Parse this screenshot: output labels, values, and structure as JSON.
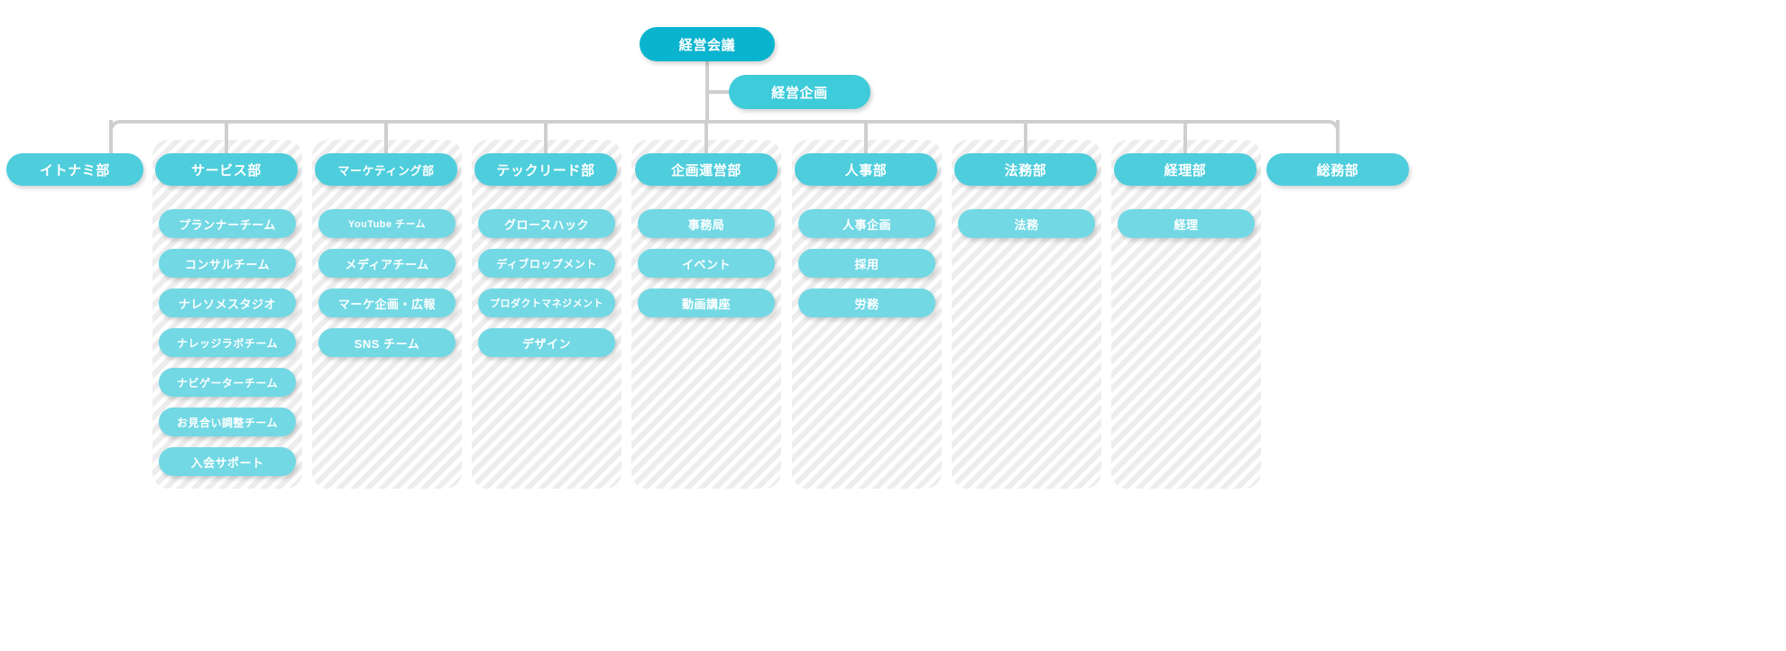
{
  "meta": {
    "title": "組織図",
    "colors": {
      "root": "#0bb4ce",
      "sub": "#3ecbda",
      "dept": "#4ecddc",
      "team": "#72d8e4",
      "line": "#cfcfcf",
      "panel": "#f0f0f0",
      "text": "#ffffff"
    }
  },
  "root": {
    "label": "経営会議"
  },
  "staff": {
    "label": "経営企画"
  },
  "departments": [
    {
      "id": "itonami",
      "label": "イトナミ部",
      "has_panel": false,
      "teams": []
    },
    {
      "id": "service",
      "label": "サービス部",
      "has_panel": true,
      "teams": [
        {
          "label": "プランナーチーム"
        },
        {
          "label": "コンサルチーム"
        },
        {
          "label": "ナレソメスタジオ"
        },
        {
          "label": "ナレッジラボチーム"
        },
        {
          "label": "ナビゲーターチーム"
        },
        {
          "label": "お見合い調整チーム"
        },
        {
          "label": "入会サポート"
        }
      ]
    },
    {
      "id": "marketing",
      "label": "マーケティング部",
      "has_panel": true,
      "teams": [
        {
          "label": "YouTube チーム"
        },
        {
          "label": "メディアチーム"
        },
        {
          "label": "マーケ企画・広報"
        },
        {
          "label": "SNS チーム"
        }
      ]
    },
    {
      "id": "techlead",
      "label": "テックリード部",
      "has_panel": true,
      "teams": [
        {
          "label": "グロースハック"
        },
        {
          "label": "ディブロップメント"
        },
        {
          "label": "プロダクトマネジメント"
        },
        {
          "label": "デザイン"
        }
      ]
    },
    {
      "id": "planning-ops",
      "label": "企画運営部",
      "has_panel": true,
      "teams": [
        {
          "label": "事務局"
        },
        {
          "label": "イベント"
        },
        {
          "label": "動画講座"
        }
      ]
    },
    {
      "id": "hr",
      "label": "人事部",
      "has_panel": true,
      "teams": [
        {
          "label": "人事企画"
        },
        {
          "label": "採用"
        },
        {
          "label": "労務"
        }
      ]
    },
    {
      "id": "legal",
      "label": "法務部",
      "has_panel": true,
      "teams": [
        {
          "label": "法務"
        }
      ]
    },
    {
      "id": "accounting",
      "label": "経理部",
      "has_panel": true,
      "teams": [
        {
          "label": "経理"
        }
      ]
    },
    {
      "id": "general-affairs",
      "label": "総務部",
      "has_panel": false,
      "teams": []
    }
  ]
}
